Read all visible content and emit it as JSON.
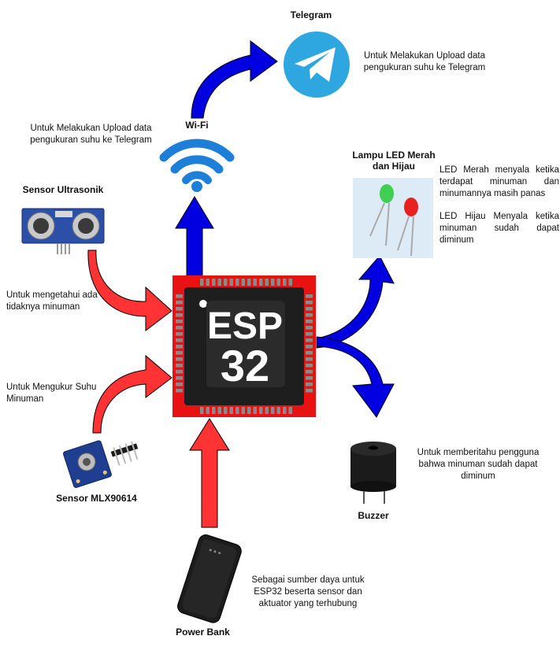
{
  "chip": {
    "line1": "ESP",
    "line2": "32"
  },
  "telegram": {
    "title": "Telegram",
    "desc": "Untuk Melakukan Upload data pengukuran suhu ke Telegram"
  },
  "wifi": {
    "title": "Wi-Fi",
    "desc": "Untuk Melakukan Upload data pengukuran suhu ke Telegram"
  },
  "ultrasonic": {
    "title": "Sensor Ultrasonik",
    "desc": "Untuk mengetahui ada tidaknya minuman"
  },
  "mlx": {
    "title": "Sensor MLX90614",
    "desc": "Untuk Mengukur Suhu Minuman"
  },
  "led": {
    "title": "Lampu LED Merah dan Hijau",
    "desc_red": "LED Merah menyala ketika terdapat minuman dan minumannya masih panas",
    "desc_green": "LED Hijau Menyala ketika minuman sudah dapat diminum"
  },
  "buzzer": {
    "title": "Buzzer",
    "desc": "Untuk memberitahu pengguna bahwa minuman sudah dapat diminum"
  },
  "powerbank": {
    "title": "Power Bank",
    "desc": "Sebagai sumber daya untuk ESP32 beserta sensor dan aktuator yang terhubung"
  },
  "colors": {
    "chip_border": "#e81212",
    "chip_body": "#1e1e1e",
    "arrow_blue": "#0000e0",
    "arrow_red": "#ff3333",
    "telegram_blue": "#2ea6df",
    "wifi_blue": "#1e7fd8",
    "led_bg": "#dcebf6"
  }
}
